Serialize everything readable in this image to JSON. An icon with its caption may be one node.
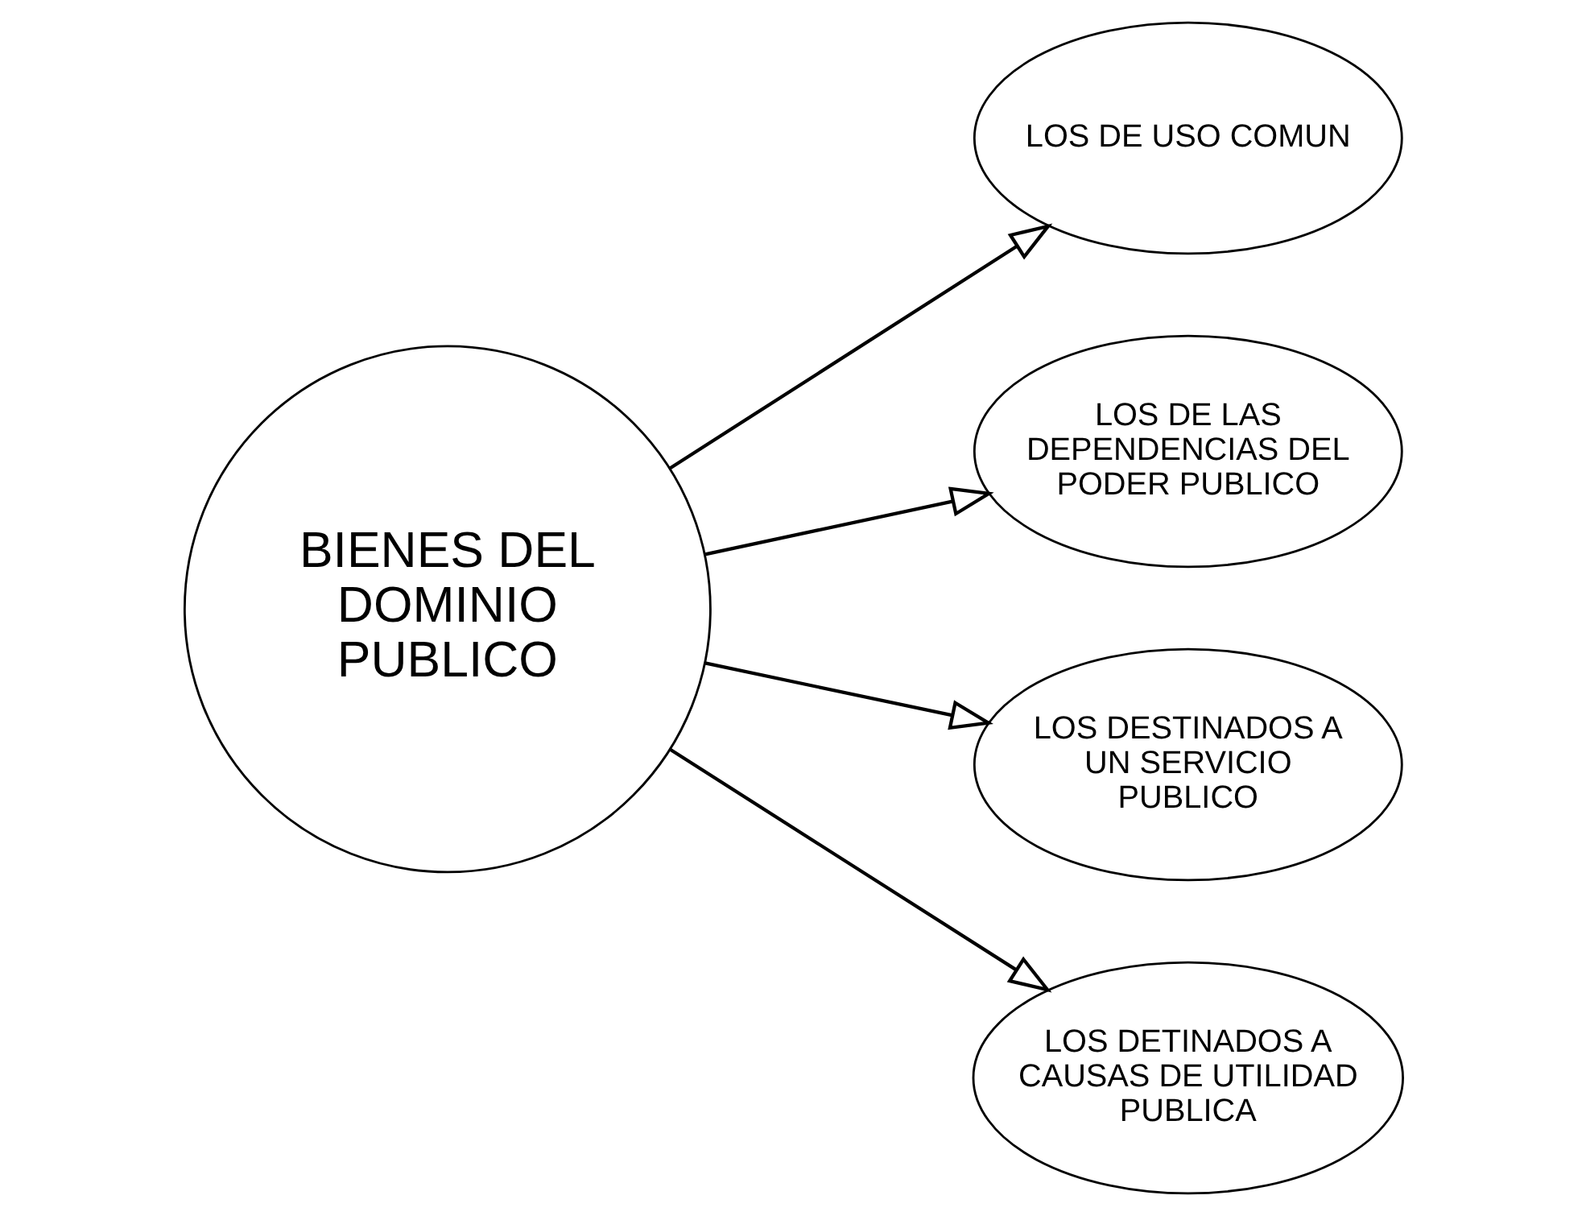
{
  "diagram": {
    "nodes": [
      {
        "text": [
          "BIENES DEL DOMINIO PUBLICO"
        ]
      },
      {
        "text": [
          "LOS DE USO COMUN"
        ]
      },
      {
        "text": [
          "LOS DE LAS DEPENDENCIAS DEL PODER PUBLICO"
        ]
      },
      {
        "text": [
          "LOS DESTINADOS A UN SERVICIO PUBLICO"
        ]
      },
      {
        "text": [
          "LOS DETINADOS A CAUSAS DE UTILIDAD PUBLICA"
        ]
      }
    ],
    "edges": [
      {
        "from": 0,
        "to": 1,
        "arrow": "to"
      },
      {
        "from": 0,
        "to": 2,
        "arrow": "to"
      },
      {
        "from": 0,
        "to": 3,
        "arrow": "to"
      },
      {
        "from": 0,
        "to": 4,
        "arrow": "to"
      }
    ]
  }
}
